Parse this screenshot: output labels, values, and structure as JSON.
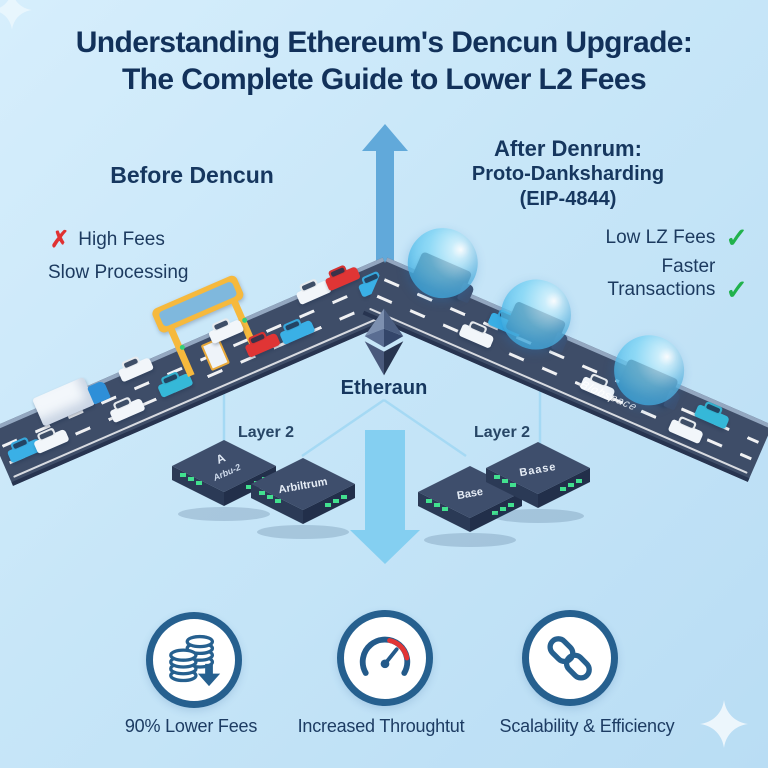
{
  "title": {
    "line1": "Understanding Ethereum's Dencun Upgrade:",
    "line2": "The Complete Guide to Lower L2 Fees"
  },
  "before": {
    "heading": "Before Dencun",
    "cross_glyph": "✗",
    "item_high_fees": "High Fees",
    "item_slow": "Slow Processing"
  },
  "after": {
    "line1": "After Denrum:",
    "line2": "Proto-Danksharding",
    "line3": "(EIP-4844)",
    "check_glyph": "✓",
    "low_fees_label": "Low LZ Fees",
    "faster_label": "Faster Transactions"
  },
  "center": {
    "ethereum_label": "Etheraun",
    "road_label": "Blobspace",
    "layer2_left": "Layer 2",
    "layer2_right": "Layer 2"
  },
  "l2_boxes": [
    {
      "label": "A",
      "sublabel": "Arbu-2"
    },
    {
      "label": "Arbiltrum",
      "sublabel": ""
    },
    {
      "label": "Base",
      "sublabel": ""
    },
    {
      "label": "Baase",
      "sublabel": ""
    }
  ],
  "benefits": [
    {
      "icon": "coins-down-arrow",
      "label": "90% Lower Fees"
    },
    {
      "icon": "speedometer",
      "label": "Increased Throughtut"
    },
    {
      "icon": "chain-link",
      "label": "Scalability & Efficiency"
    }
  ],
  "colors": {
    "background": "#c7e6f8",
    "title_text": "#12315a",
    "road": "#3e4d68",
    "arrow_up": "#61a9da",
    "arrow_down": "#84cff1",
    "check_green": "#21b24c",
    "cross_red": "#e03131",
    "bubble_blue": "#63c9ef",
    "box_navy": "#34435f",
    "led_green": "#42e08f",
    "circle_border": "#26608f",
    "toll_yellow": "#f6b93d"
  }
}
